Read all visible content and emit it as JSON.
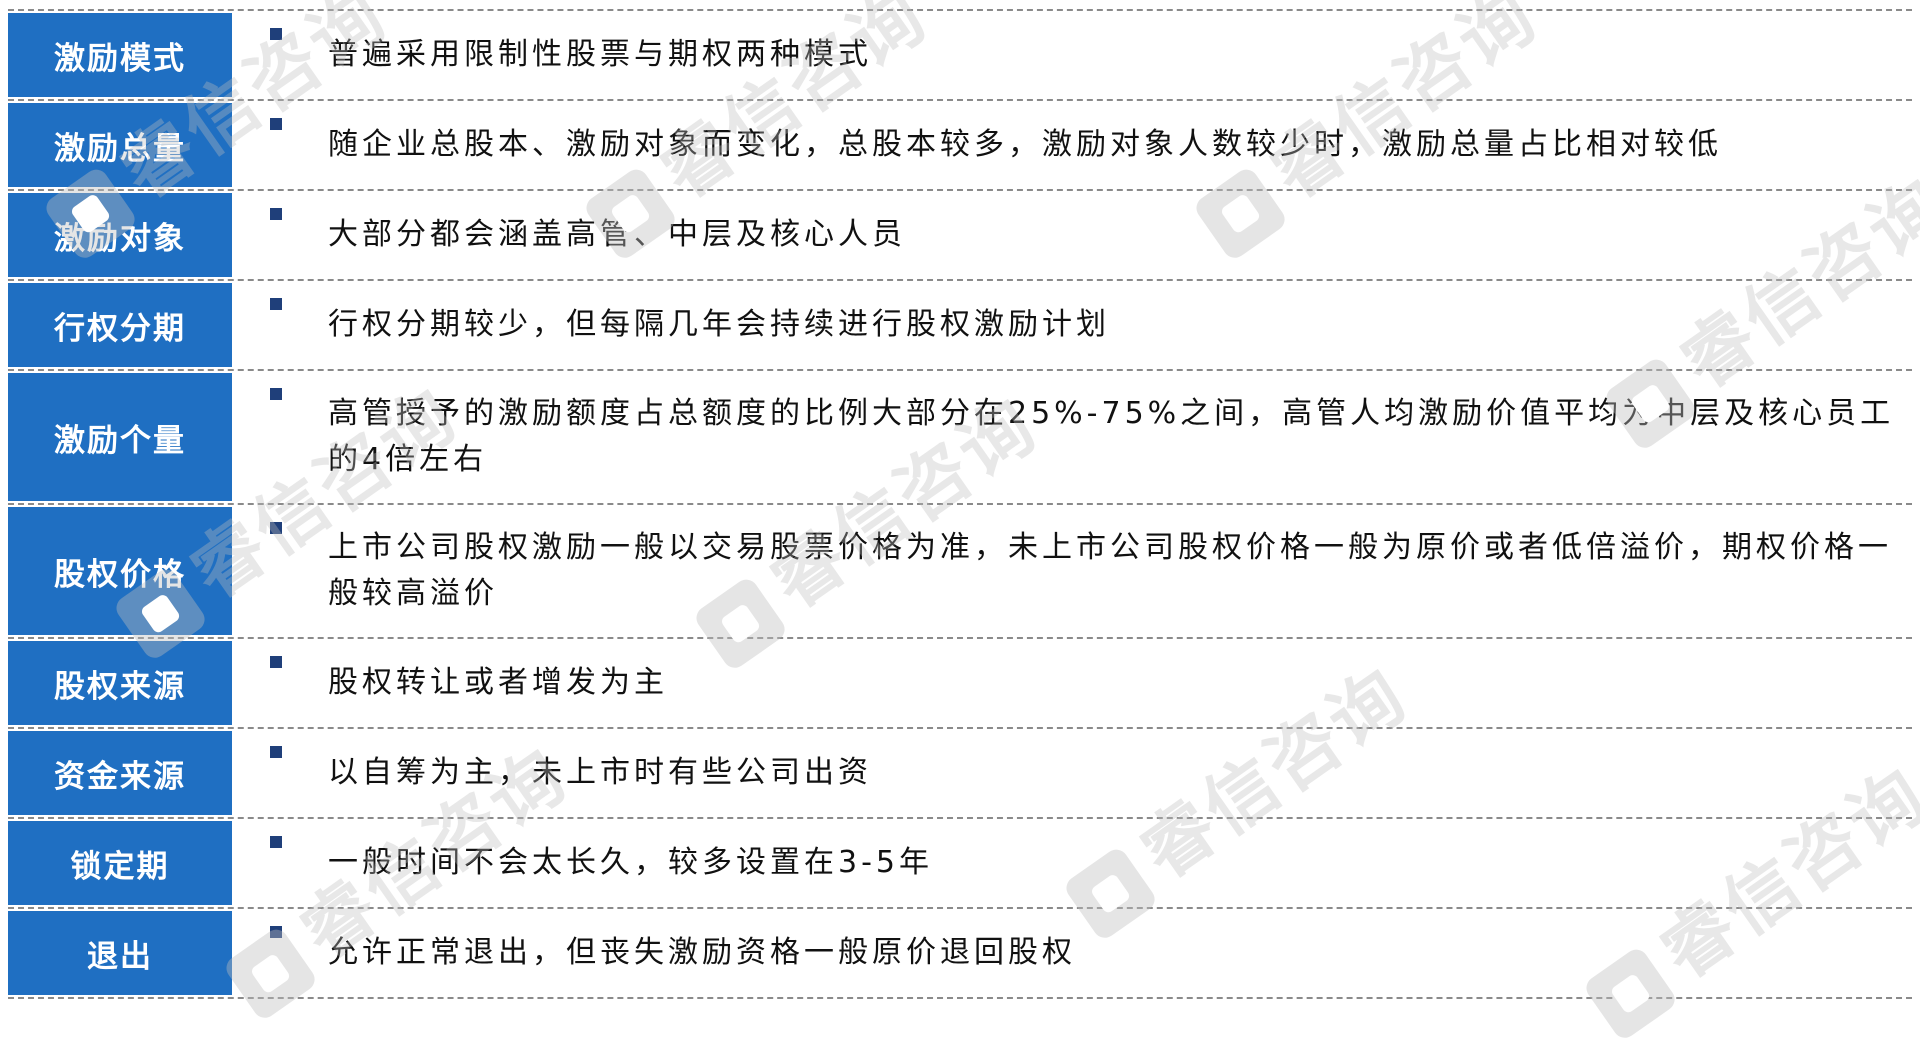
{
  "rows": [
    {
      "label": "激励模式",
      "text": "普遍采用限制性股票与期权两种模式"
    },
    {
      "label": "激励总量",
      "text": "随企业总股本、激励对象而变化，总股本较多，激励对象人数较少时，激励总量占比相对较低"
    },
    {
      "label": "激励对象",
      "text": "大部分都会涵盖高管、中层及核心人员"
    },
    {
      "label": "行权分期",
      "text": "行权分期较少，但每隔几年会持续进行股权激励计划"
    },
    {
      "label": "激励个量",
      "text": "高管授予的激励额度占总额度的比例大部分在25%-75%之间，高管人均激励价值平均为中层及核心员工的4倍左右"
    },
    {
      "label": "股权价格",
      "text": "上市公司股权激励一般以交易股票价格为准，未上市公司股权价格一般为原价或者低倍溢价，期权价格一般较高溢价"
    },
    {
      "label": "股权来源",
      "text": "股权转让或者增发为主"
    },
    {
      "label": "资金来源",
      "text": "以自筹为主，未上市时有些公司出资"
    },
    {
      "label": "锁定期",
      "text": "一般时间不会太长久，较多设置在3-5年"
    },
    {
      "label": "退出",
      "text": "允许正常退出，但丧失激励资格一般原价退回股权"
    }
  ],
  "watermark": "睿信咨询",
  "colors": {
    "label_bg": "#1f6fc2",
    "bullet": "#1f3f7a",
    "divider": "#8a8a8a"
  }
}
